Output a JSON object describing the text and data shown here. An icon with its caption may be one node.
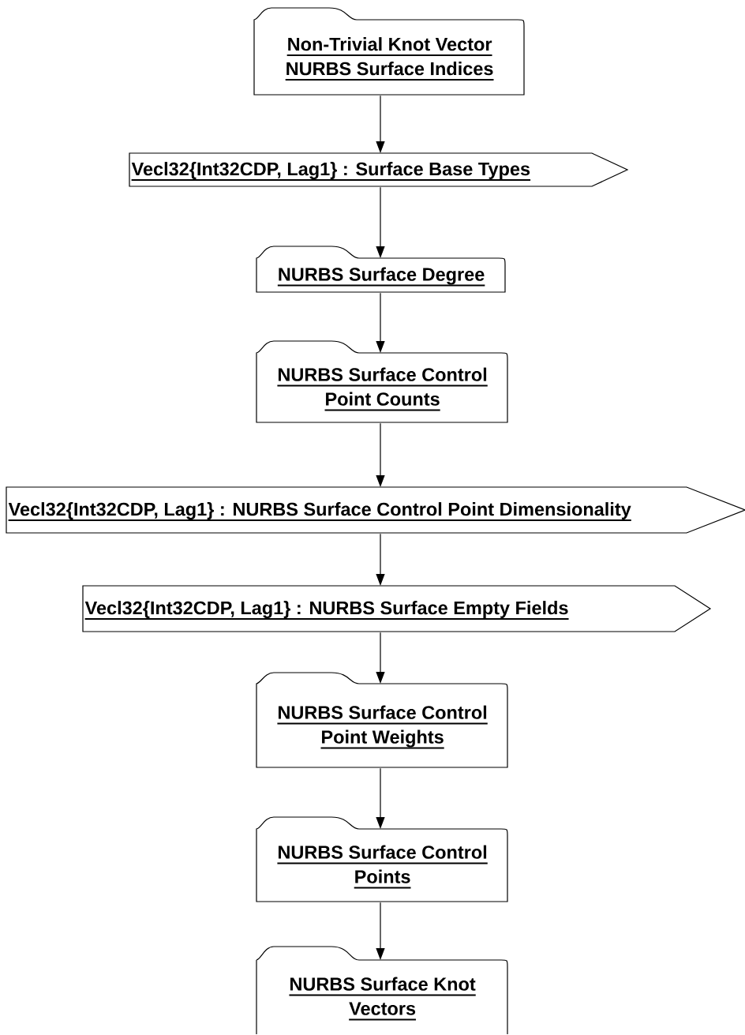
{
  "diagram": {
    "nodes": [
      {
        "text": [
          "Non-Trivial Knot Vector NURBS Surface Indices"
        ]
      },
      {
        "text": [
          "Vecl32{Int32CDP, Lag1} : Surface Base Types"
        ]
      },
      {
        "text": [
          "NURBS Surface Degree"
        ]
      },
      {
        "text": [
          "NURBS Surface Control Point Counts"
        ]
      },
      {
        "text": [
          "Vecl32{Int32CDP, Lag1} : NURBS Surface Control Point Dimensionality"
        ]
      },
      {
        "text": [
          "Vecl32{Int32CDP, Lag1} : NURBS Surface Empty Fields"
        ]
      },
      {
        "text": [
          "NURBS Surface Control Point Weights"
        ]
      },
      {
        "text": [
          "NURBS Surface Control Points"
        ]
      },
      {
        "text": [
          "NURBS Surface Knot Vectors"
        ]
      }
    ],
    "edges": [
      {
        "from": 0,
        "to": 1,
        "arrow": "to"
      },
      {
        "from": 1,
        "to": 2,
        "arrow": "to"
      },
      {
        "from": 2,
        "to": 3,
        "arrow": "to"
      },
      {
        "from": 3,
        "to": 4,
        "arrow": "to"
      },
      {
        "from": 4,
        "to": 5,
        "arrow": "to"
      },
      {
        "from": 5,
        "to": 6,
        "arrow": "to"
      },
      {
        "from": 6,
        "to": 7,
        "arrow": "to"
      },
      {
        "from": 7,
        "to": 8,
        "arrow": "to"
      }
    ]
  }
}
